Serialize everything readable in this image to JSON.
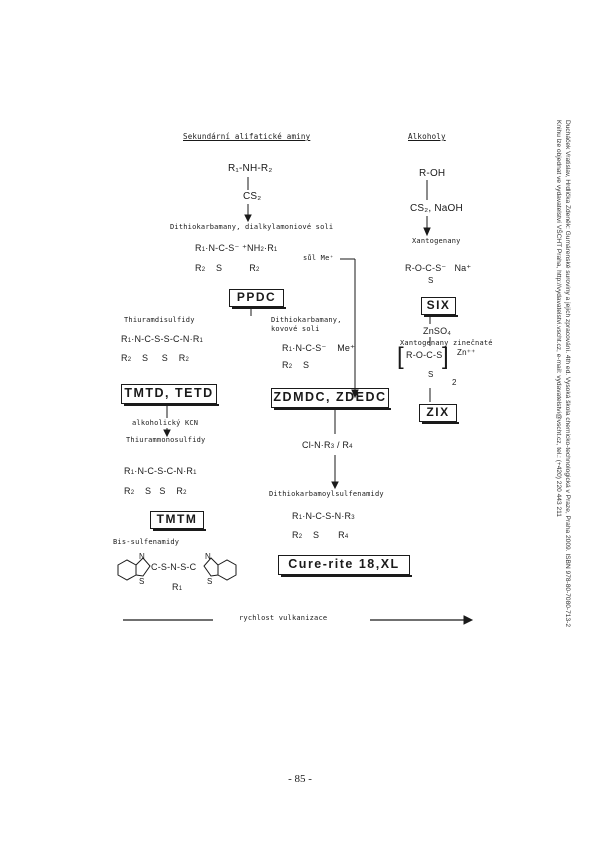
{
  "side_note": {
    "line1": "Ducháček Vratislav, Hrdlička Zdeněk: Gumárenské suroviny a jejich zpracování. 4th ed. Vysoká škola chemicko-technologická v Praze, Praha 2009. ISBN 978-80-7080-713-2",
    "line2": "Knihu lze objednat ve vydavatelství VŠCHT Praha, http://vydavatelstvi.vscht.cz, e-mail: vydavatelstvi@vscht.cz, tel.: (+420) 220 443 211"
  },
  "headers": {
    "amines": "Sekundární alifatické aminy",
    "alcohols": "Alkoholy"
  },
  "labels": {
    "dithio_salts": "Dithiokarbamany, dialkylamoniové soli",
    "salt": "sůl Me⁺",
    "thiuram_disulfides": "Thiuramdisulfidy",
    "dithio_metal": "Dithiokarbamany, kovové soli",
    "alc_kcn": "alkoholický KCN",
    "thiuram_mono": "Thiurammonosulfidy",
    "bis_sulfen": "Bis-sulfenamidy",
    "sulfenamides": "Dithiokarbamoylsulfenamidy",
    "xanthates": "Xantogenany",
    "zinc_xanthates": "Xantogenany zinečnaté",
    "speed": "rychlost vulkanizace"
  },
  "reagents": {
    "cs2": "CS₂",
    "cs2_naoh": "CS₂, NaOH",
    "znso4": "ZnSO₄",
    "r_oh": "R-OH",
    "r1nhr2": "R₁-NH-R₂",
    "me_plus": "Me⁺",
    "na_plus": "Na⁺",
    "zn": "Zn⁺⁺"
  },
  "boxes": {
    "ppdc": "PPDC",
    "six": "SIX",
    "tmtd": "TMTD, TETD",
    "zdmdc": "ZDMDC, ZDEDC",
    "zix": "ZIX",
    "tmtm": "TMTM",
    "cure": "Cure-rite 18,XL"
  },
  "page_number": "- 85 -"
}
